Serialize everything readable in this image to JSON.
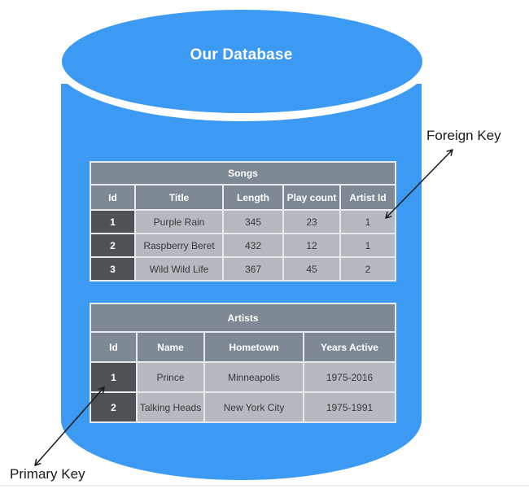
{
  "diagram": {
    "database_label": "Our Database",
    "annotations": {
      "foreign_key": "Foreign Key",
      "primary_key": "Primary Key"
    }
  },
  "tables": {
    "songs": {
      "title": "Songs",
      "columns": [
        "Id",
        "Title",
        "Length",
        "Play count",
        "Artist Id"
      ],
      "rows": [
        [
          "1",
          "Purple Rain",
          "345",
          "23",
          "1"
        ],
        [
          "2",
          "Raspberry Beret",
          "432",
          "12",
          "1"
        ],
        [
          "3",
          "Wild Wild Life",
          "367",
          "45",
          "2"
        ]
      ]
    },
    "artists": {
      "title": "Artists",
      "columns": [
        "Id",
        "Name",
        "Hometown",
        "Years Active"
      ],
      "rows": [
        [
          "1",
          "Prince",
          "Minneapolis",
          "1975-2016"
        ],
        [
          "2",
          "Talking Heads",
          "New York City",
          "1975-1991"
        ]
      ]
    }
  },
  "colors": {
    "cylinder_blue": "#3D9AF2",
    "table_header_gray": "#7E8993",
    "id_cell_dark": "#4D5257",
    "data_cell_gray": "#B5BAC1",
    "grid_line": "#E7EAED",
    "cell_text": "#38383A",
    "label_black": "#1A1A1A",
    "db_label_color": "#FFFFFF"
  }
}
